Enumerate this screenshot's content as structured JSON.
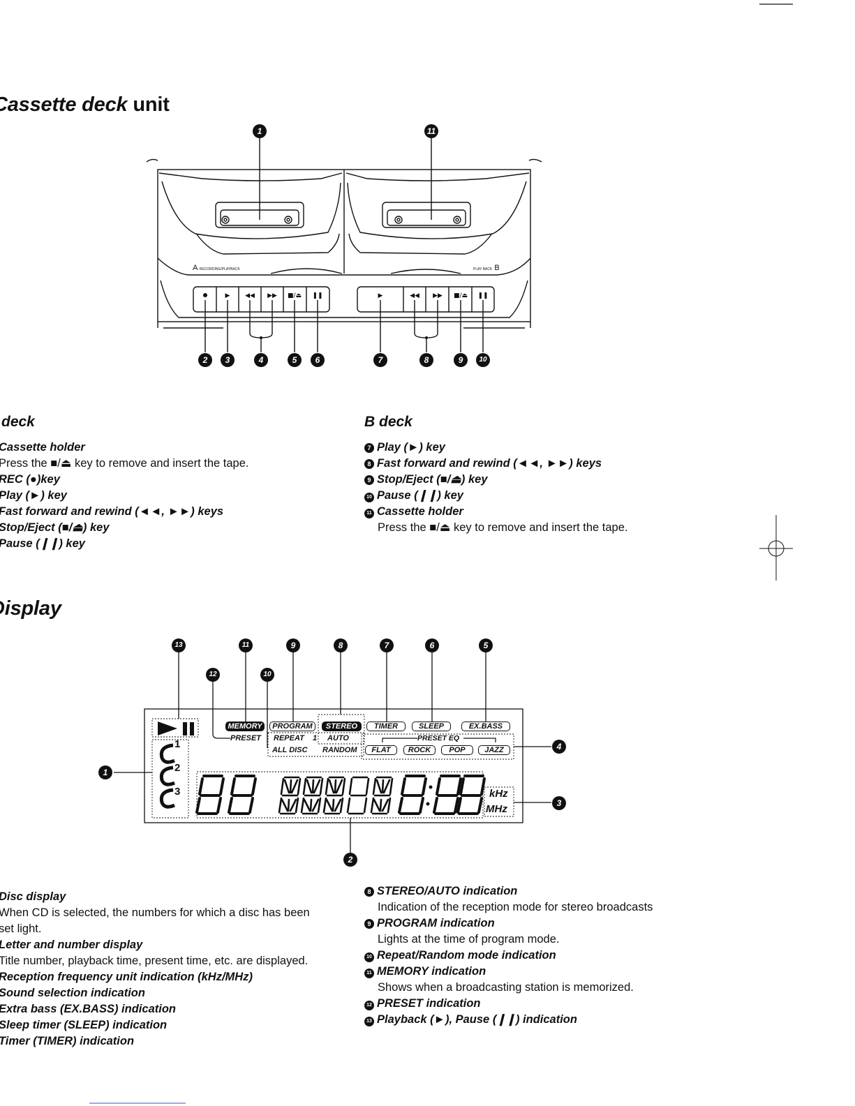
{
  "cassette": {
    "title": "Cassette deck",
    "title_suffix": "unit",
    "deck_a_label": "A",
    "deck_a_sublabel": "RECORDING/PLAYBACK",
    "deck_b_label": "B",
    "deck_b_sublabel": "PLAY BACK",
    "callouts_top": [
      "1",
      "11"
    ],
    "callouts_bottom": [
      "2",
      "3",
      "4",
      "5",
      "6",
      "7",
      "8",
      "9",
      "10"
    ]
  },
  "a_deck": {
    "heading": "deck",
    "items": [
      {
        "label": "Cassette holder",
        "desc": "Press the ■/⏏ key to remove and insert the tape."
      },
      {
        "label": "REC (●)key"
      },
      {
        "label": "Play (►) key"
      },
      {
        "label": "Fast forward and rewind (◄◄, ►►) keys"
      },
      {
        "label": "Stop/Eject (■/⏏) key"
      },
      {
        "label": "Pause (❙❙) key"
      }
    ]
  },
  "b_deck": {
    "heading": "B deck",
    "items": [
      {
        "num": "7",
        "label": "Play (►) key"
      },
      {
        "num": "8",
        "label": "Fast forward and rewind (◄◄, ►►) keys"
      },
      {
        "num": "9",
        "label": "Stop/Eject (■/⏏) key"
      },
      {
        "num": "10",
        "label": "Pause (❙❙) key"
      },
      {
        "num": "11",
        "label": "Cassette holder",
        "desc": "Press the ■/⏏ key to remove and insert the tape."
      }
    ]
  },
  "display": {
    "title": "Display",
    "callouts_top": [
      "13",
      "11",
      "9",
      "8",
      "7",
      "6",
      "5"
    ],
    "callouts_mid": [
      "12",
      "10"
    ],
    "callouts_side": [
      "1",
      "4",
      "3",
      "2"
    ],
    "lcd": {
      "memory": "MEMORY",
      "preset": "PRESET",
      "program": "PROGRAM",
      "repeat": "REPEAT",
      "repeat_one": "1",
      "all_disc": "ALL DISC",
      "stereo": "STEREO",
      "auto": "AUTO",
      "random": "RANDOM",
      "timer": "TIMER",
      "sleep": "SLEEP",
      "exbass": "EX.BASS",
      "preset_eq": "PRESET EQ",
      "flat": "FLAT",
      "rock": "ROCK",
      "pop": "POP",
      "jazz": "JAZZ",
      "khz": "kHz",
      "mhz": "MHz",
      "disc_numbers": [
        "1",
        "2",
        "3"
      ]
    },
    "left_items": [
      {
        "label": "Disc display",
        "desc1": "When CD is selected, the numbers for which a disc has been",
        "desc2": "set light."
      },
      {
        "label": "Letter and number display",
        "desc1": "Title number, playback time, present time, etc. are displayed."
      },
      {
        "label": "Reception frequency unit indication (kHz/MHz)"
      },
      {
        "label": "Sound selection indication"
      },
      {
        "label": "Extra bass (EX.BASS) indication"
      },
      {
        "label": "Sleep timer (SLEEP) indication"
      },
      {
        "label": "Timer (TIMER) indication"
      }
    ],
    "right_items": [
      {
        "num": "8",
        "label": "STEREO/AUTO indication",
        "desc": "Indication of the reception mode for stereo broadcasts"
      },
      {
        "num": "9",
        "label": "PROGRAM indication",
        "desc": "Lights at the time of program mode."
      },
      {
        "num": "10",
        "label": "Repeat/Random mode indication"
      },
      {
        "num": "11",
        "label": "MEMORY indication",
        "desc": "Shows when a broadcasting station is memorized."
      },
      {
        "num": "12",
        "label": "PRESET indication"
      },
      {
        "num": "13",
        "label": "Playback (►), Pause (❙❙) indication"
      }
    ]
  }
}
